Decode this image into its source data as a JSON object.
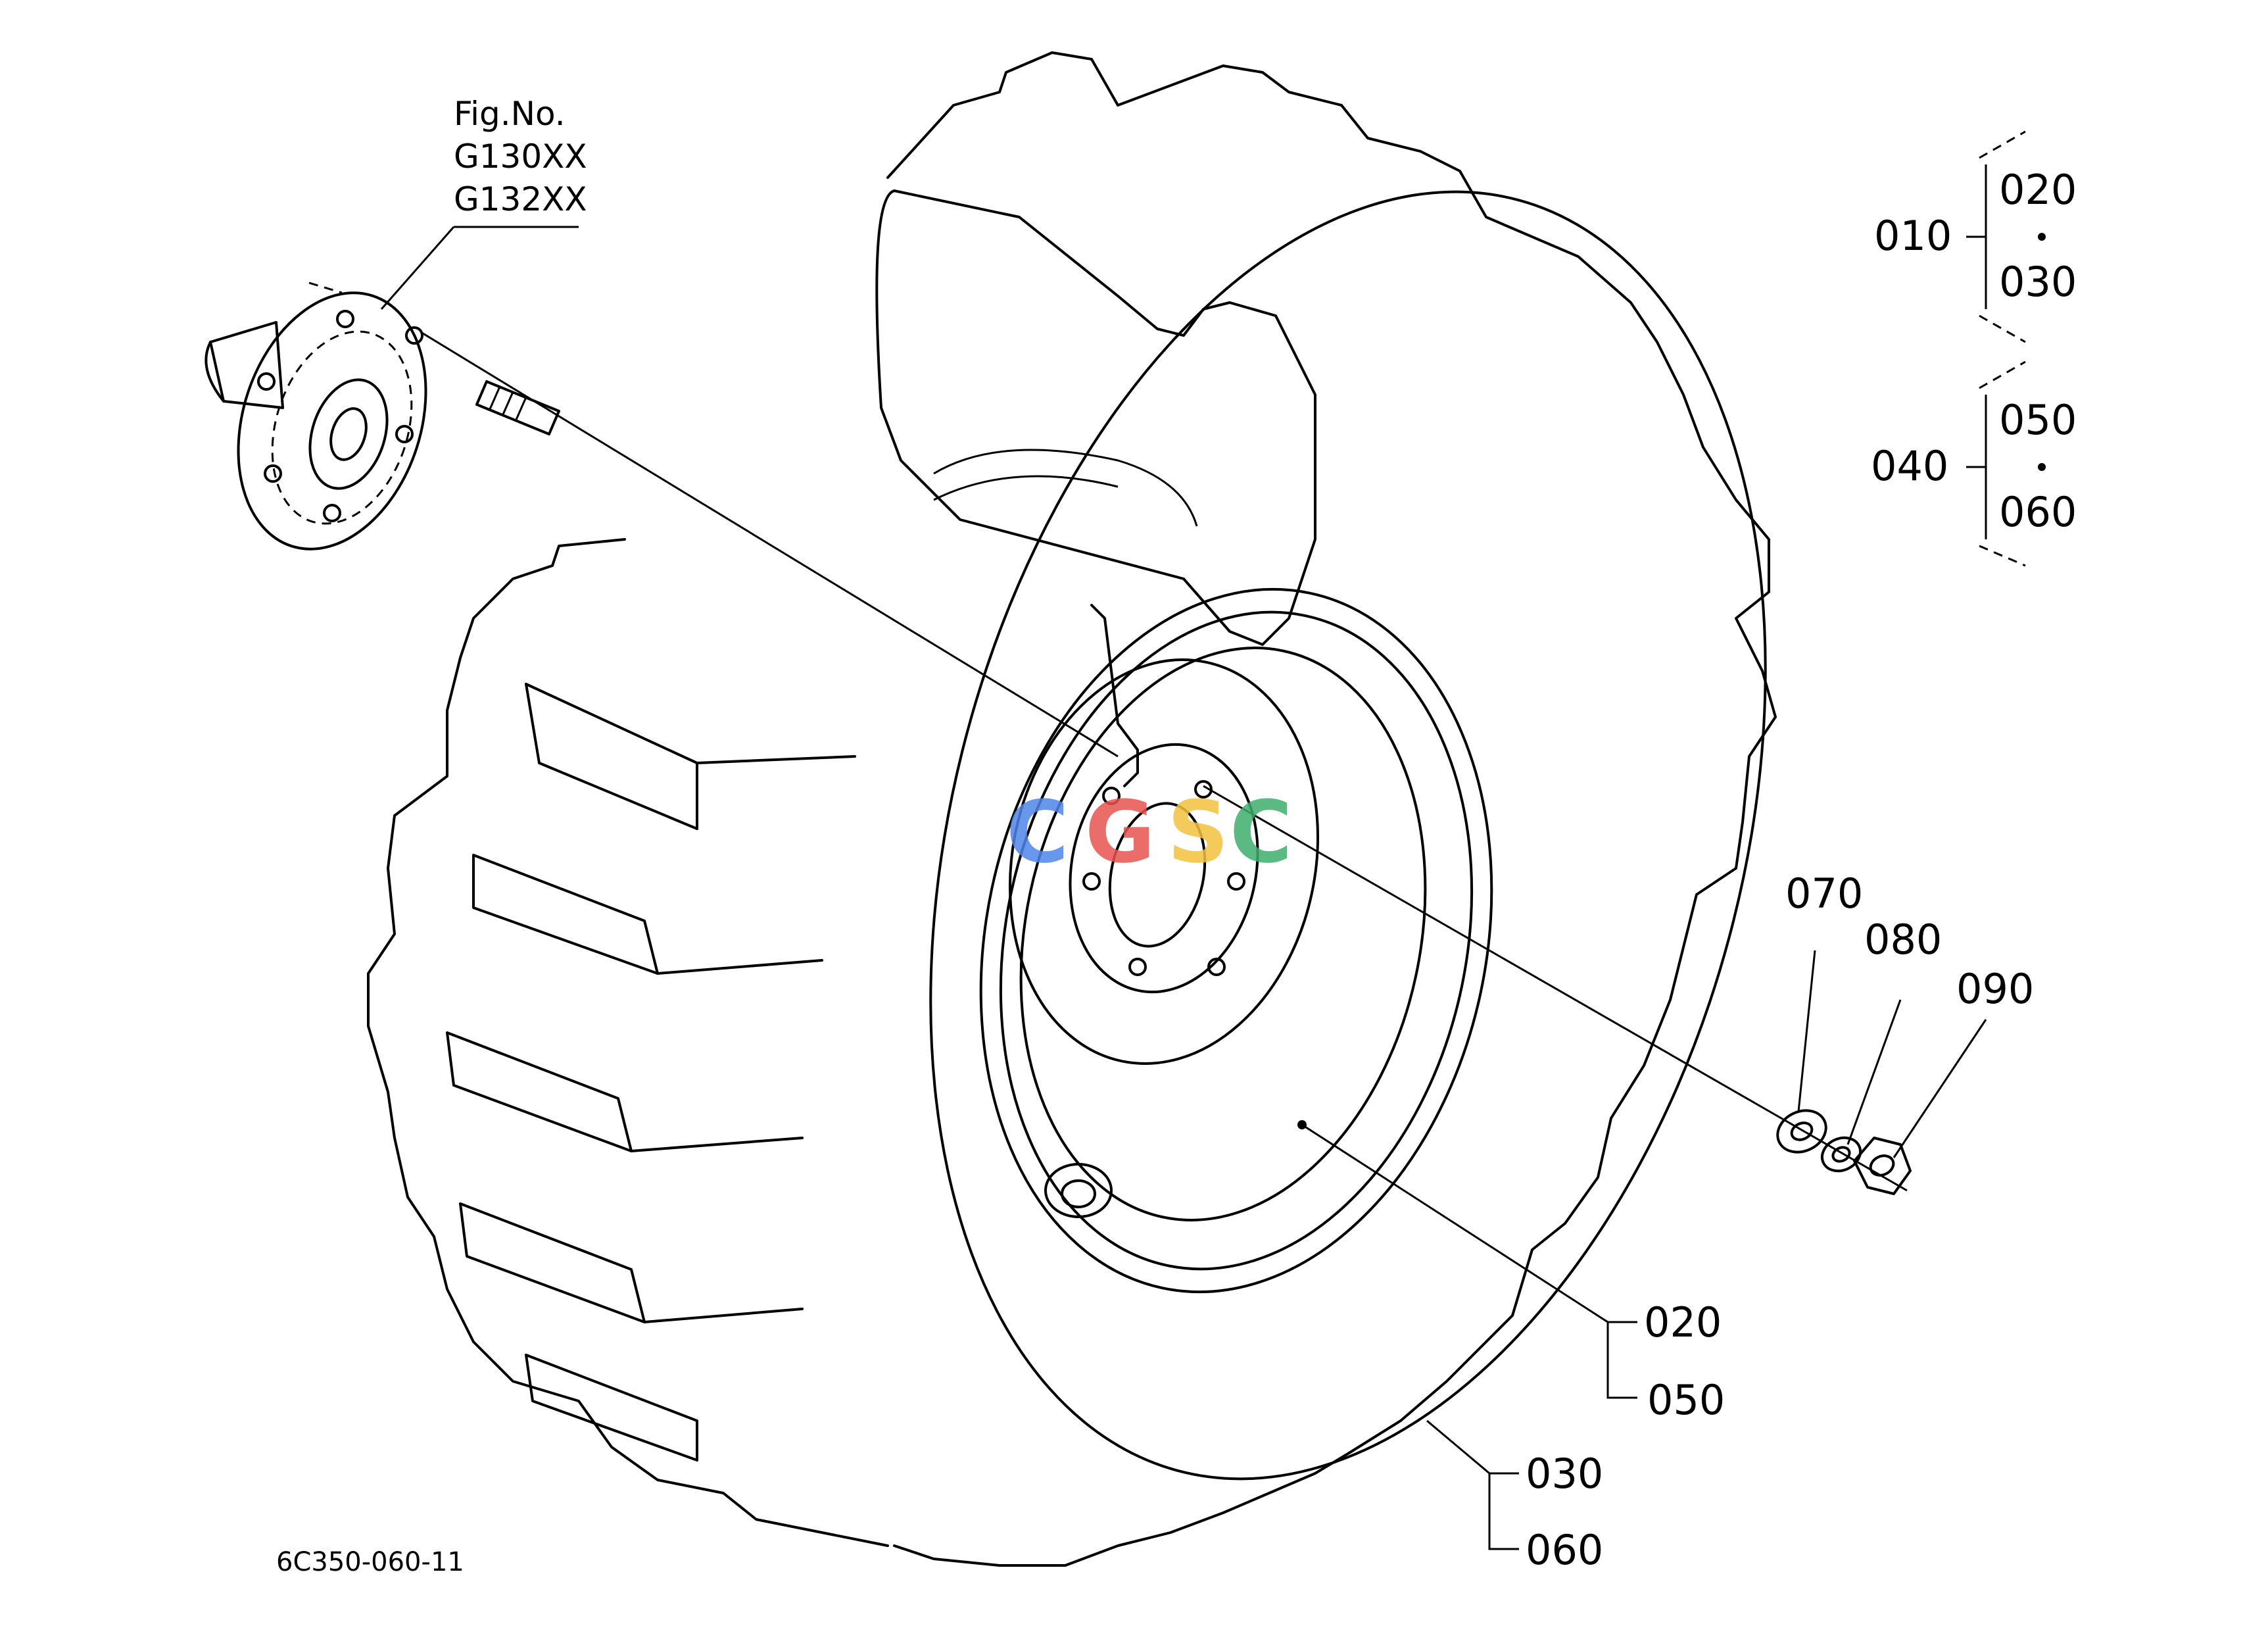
{
  "figure": {
    "fig_no_label": "Fig.No.",
    "fig_codes": [
      "G130XX",
      "G132XX"
    ],
    "drawing_code": "6C350-060-11"
  },
  "watermark": {
    "text": "CGSC",
    "colors": [
      "#4f86e8",
      "#e8544f",
      "#f3c33f",
      "#3fae6c"
    ]
  },
  "parts": {
    "assembly_010": {
      "id": "010",
      "children": [
        "020",
        "030"
      ]
    },
    "assembly_040": {
      "id": "040",
      "children": [
        "050",
        "060"
      ]
    },
    "callout_070": "070",
    "callout_080": "080",
    "callout_090": "090",
    "callout_rim": [
      "020",
      "050"
    ],
    "callout_tire": [
      "030",
      "060"
    ]
  }
}
